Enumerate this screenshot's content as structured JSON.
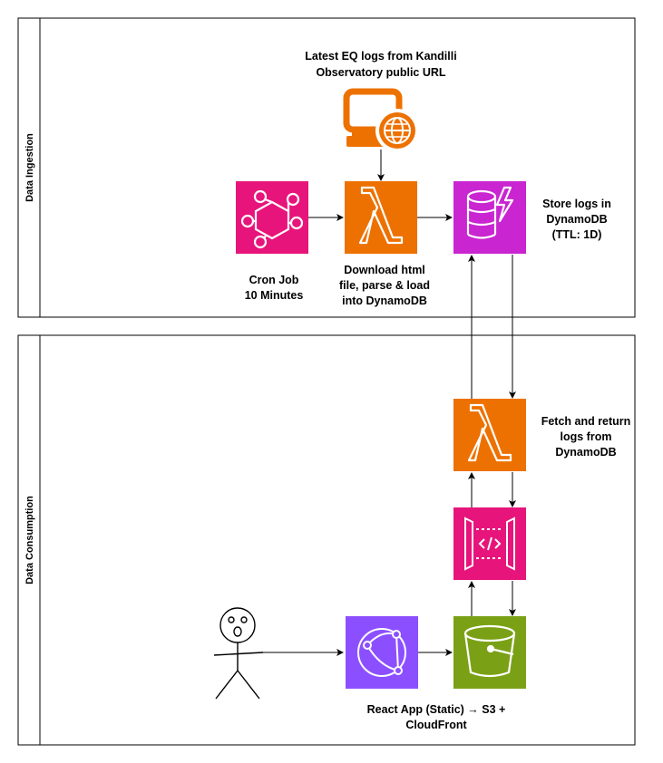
{
  "lanes": {
    "ingestion": "Data Ingestion",
    "consumption": "Data Consumption"
  },
  "labels": {
    "source_line1": "Latest EQ logs from Kandilli",
    "source_line2": "Observatory public URL",
    "cron_line1": "Cron Job",
    "cron_line2": "10 Minutes",
    "ingest_fn_line1": "Download html",
    "ingest_fn_line2": "file, parse & load",
    "ingest_fn_line3": "into DynamoDB",
    "store_line1": "Store logs in",
    "store_line2": "DynamoDB",
    "store_line3": "(TTL: 1D)",
    "fetch_line1": "Fetch and return",
    "fetch_line2": "logs from",
    "fetch_line3": "DynamoDB",
    "app_line1": "React App (Static) → S3 +",
    "app_line2": "CloudFront"
  },
  "colors": {
    "compute": "#ED7100",
    "database": "#C925D1",
    "integration": "#E7157B",
    "networking": "#8C4FFF",
    "storage": "#7AA116",
    "icon_stroke": "#ffffff",
    "lane_border": "#000000"
  },
  "icons": {
    "source": "client-globe-icon",
    "cron": "eventbridge-icon",
    "ingest_fn": "lambda-icon",
    "store": "dynamodb-icon",
    "fetch_fn": "lambda-icon",
    "api": "api-gateway-icon",
    "app_cdn": "cloudfront-icon",
    "bucket": "s3-bucket-icon",
    "user": "stick-figure-icon"
  }
}
